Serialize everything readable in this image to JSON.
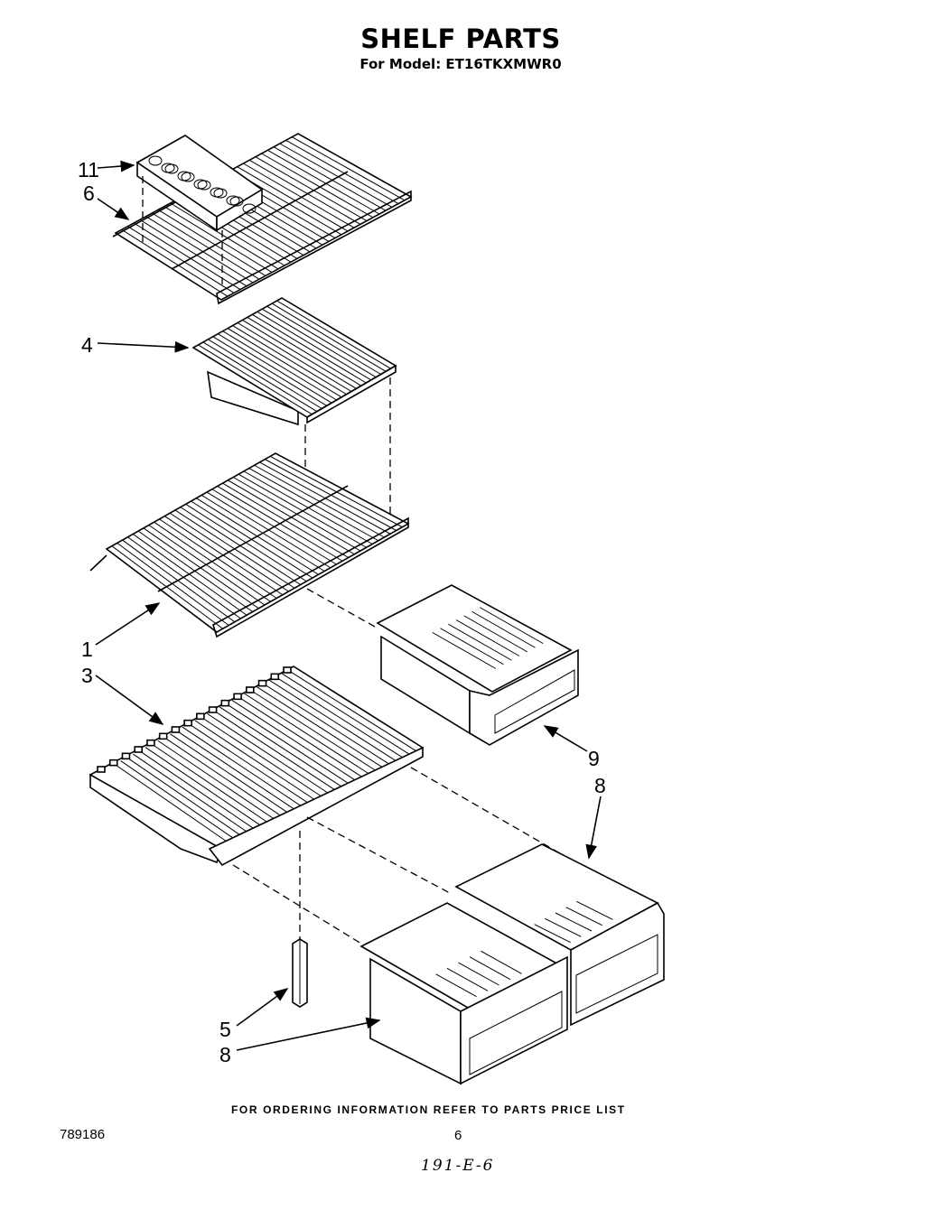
{
  "header": {
    "title": "SHELF PARTS",
    "subtitle": "For Model: ET16TKXMWR0"
  },
  "callouts": [
    "11",
    "6",
    "4",
    "1",
    "3",
    "9",
    "8",
    "5",
    "8"
  ],
  "footer": {
    "ordering_note": "FOR ORDERING INFORMATION REFER TO PARTS PRICE LIST",
    "doc_number": "789186",
    "page_number": "6",
    "handwritten_code": "191-E-6"
  }
}
